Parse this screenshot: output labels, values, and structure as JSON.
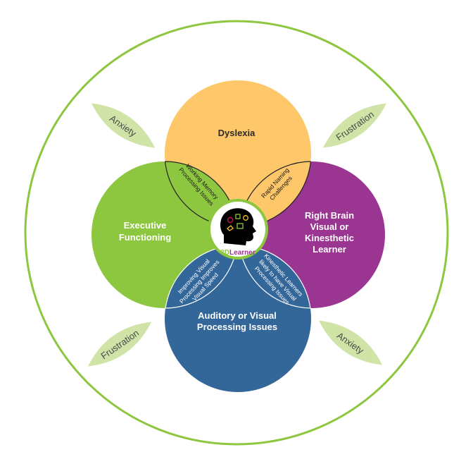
{
  "diagram": {
    "colors": {
      "outer_ring": "#8dc63f",
      "leaf": "#cfe4a6",
      "dyslexia": "#fdc76a",
      "executive": "#8dc63f",
      "rightbrain": "#9b3592",
      "auditory": "#336699",
      "center_ring": "#8dc63f",
      "logo_head": "#000000",
      "logo_green": "#8dc63f",
      "logo_purple": "#9b3592"
    },
    "leaves": {
      "top_left": "Anxiety",
      "top_right": "Frustration",
      "bottom_left": "Frustration",
      "bottom_right": "Anxiety"
    },
    "circles": {
      "dyslexia": "Dyslexia",
      "executive_line1": "Executive",
      "executive_line2": "Functioning",
      "rightbrain_line1": "Right Brain",
      "rightbrain_line2": "Visual or",
      "rightbrain_line3": "Kinesthetic",
      "rightbrain_line4": "Learner",
      "auditory_line1": "Auditory or Visual",
      "auditory_line2": "Processing Issues"
    },
    "overlaps": {
      "top_left_line1": "Working Memory",
      "top_left_line2": "Processing Issues",
      "top_right_line1": "Rapid Naming",
      "top_right_line2": "Challenges",
      "bottom_left_line1": "Improving Visual",
      "bottom_left_line2": "Processing Improves",
      "bottom_left_line3": "Visual Speed",
      "bottom_right_line1": "Kinesthetic Learners",
      "bottom_right_line2": "likely to have Visual",
      "bottom_right_line3": "Processing Issues"
    },
    "logo": {
      "text_3d": "3D",
      "text_learner": "Learner"
    }
  }
}
